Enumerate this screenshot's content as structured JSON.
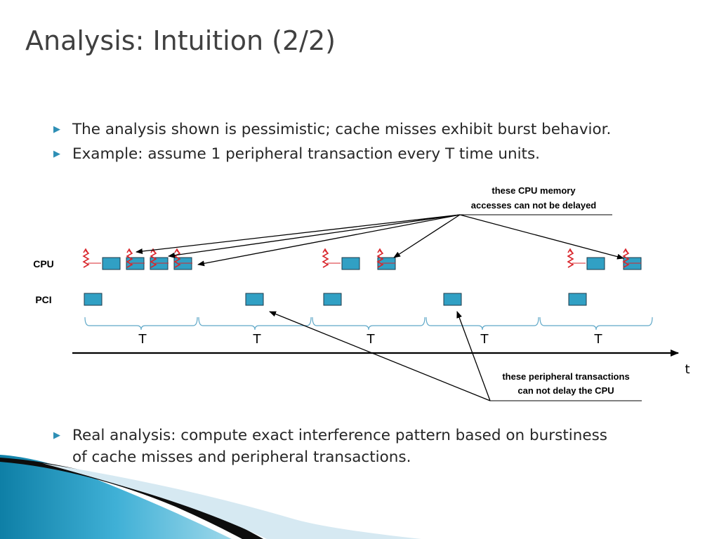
{
  "title": "Analysis: Intuition (2/2)",
  "bullets": [
    "The analysis shown is pessimistic; cache misses exhibit burst behavior.",
    "Example: assume 1 peripheral transaction every T time units.",
    "Real analysis: compute exact interference pattern based on burstiness of cache misses and peripheral transactions."
  ],
  "bullet_lines": {
    "b3_line1": "Real analysis: compute exact interference pattern based on burstiness",
    "b3_line2": "of cache misses and peripheral transactions."
  },
  "diagram": {
    "row_labels": {
      "cpu": "CPU",
      "pci": "PCI"
    },
    "period_labels": [
      "T",
      "T",
      "T",
      "T",
      "T"
    ],
    "time_axis_label": "t",
    "callout_top": {
      "line1": "these CPU memory",
      "line2": "accesses can not be delayed"
    },
    "callout_bottom": {
      "line1": "these peripheral transactions",
      "line2": "can not delay the CPU"
    },
    "colors": {
      "box_fill": "#31a0c4",
      "box_stroke": "#1e3a4a",
      "brace": "#5fa8c8",
      "burst": "#d9262c",
      "bullet_marker": "#2e8fb5"
    }
  }
}
